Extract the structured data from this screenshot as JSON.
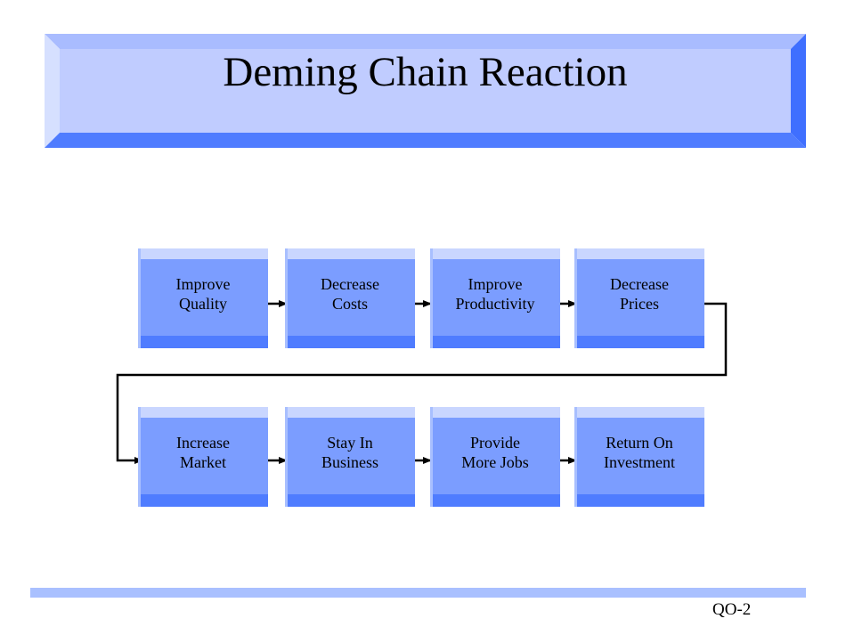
{
  "title": "Deming Chain Reaction",
  "colors": {
    "box_face": "#7b9dff",
    "box_top": "#c9d6ff",
    "box_bottom": "#4f7cff",
    "banner_face": "#c0ccff",
    "banner_top": "#a9bcff",
    "banner_right": "#3f6fff",
    "footer_bar": "#a9c0ff"
  },
  "steps": [
    {
      "label": "Improve\nQuality"
    },
    {
      "label": "Decrease\nCosts"
    },
    {
      "label": "Improve\nProductivity"
    },
    {
      "label": "Decrease\nPrices"
    },
    {
      "label": "Increase\nMarket"
    },
    {
      "label": "Stay In\nBusiness"
    },
    {
      "label": "Provide\nMore Jobs"
    },
    {
      "label": "Return On\nInvestment"
    }
  ],
  "page_code": "QO-2"
}
